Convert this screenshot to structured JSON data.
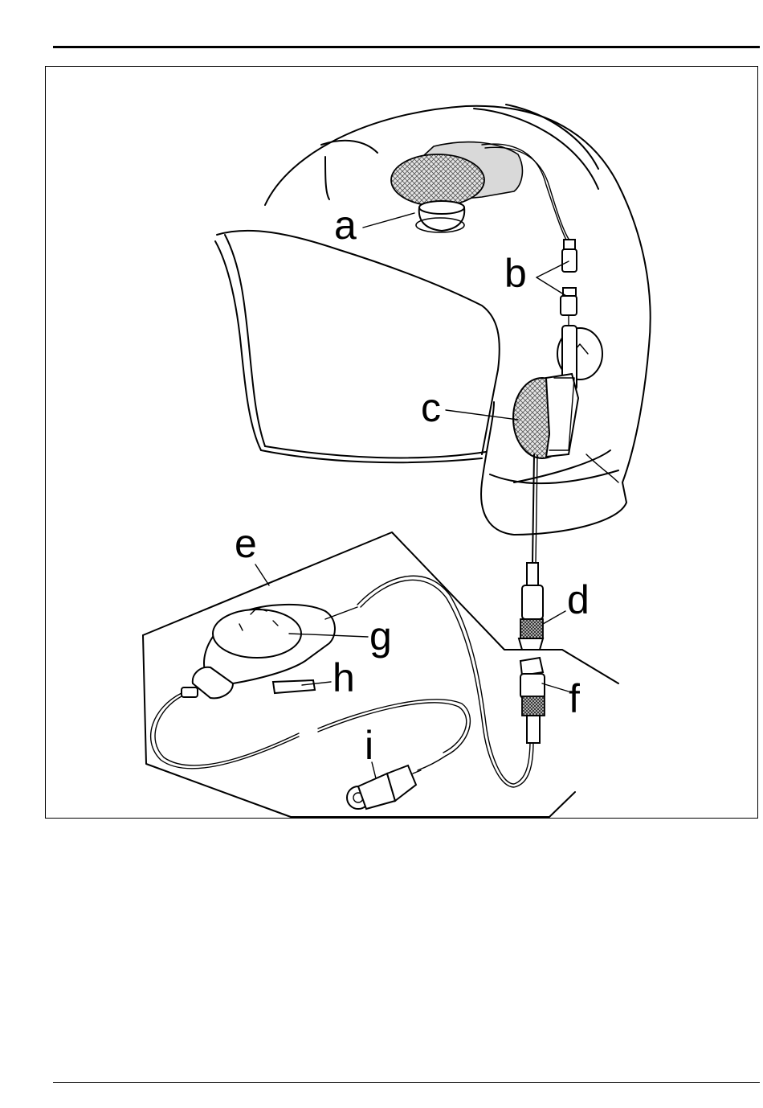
{
  "figure": {
    "callouts": {
      "a": "a",
      "b": "b",
      "c": "c",
      "d": "d",
      "e": "e",
      "f": "f",
      "g": "g",
      "h": "h",
      "i": "i"
    }
  }
}
